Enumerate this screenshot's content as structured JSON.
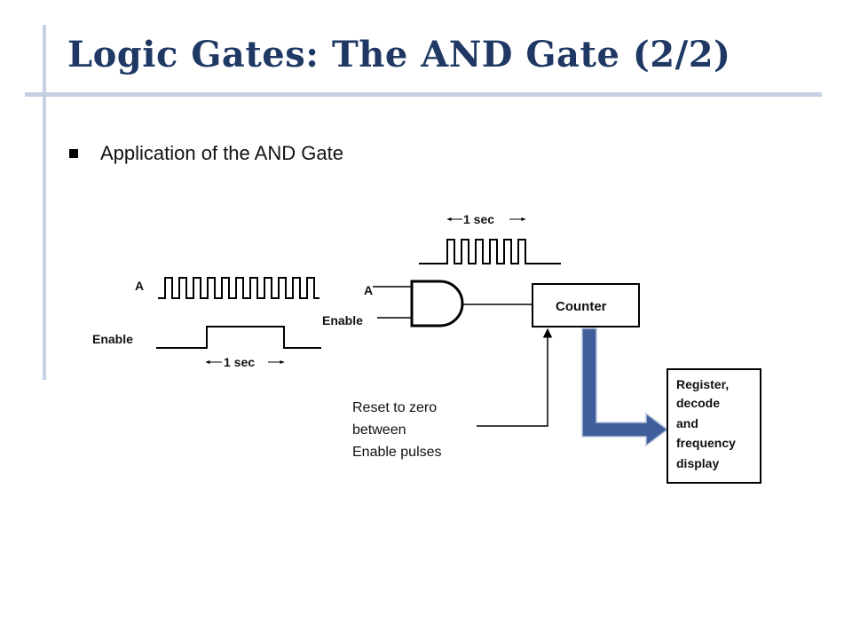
{
  "slide": {
    "title": "Logic Gates: The AND Gate (2/2)",
    "bullet": "Application of the AND Gate"
  },
  "diagram": {
    "left_waveform": {
      "label_a": "A",
      "label_enable": "Enable",
      "duration_label": "1 sec"
    },
    "top_waveform": {
      "duration_label": "1 sec"
    },
    "gate": {
      "label_a": "A",
      "label_enable": "Enable"
    },
    "counter_label": "Counter",
    "reset_note": [
      "Reset to zero",
      "between",
      "Enable pulses"
    ],
    "display_box": [
      "Register,",
      "decode",
      "and",
      "frequency",
      "display"
    ]
  },
  "colors": {
    "title": "#1f3864",
    "accent_bar": "#c5d0e4",
    "output_arrow": "#3f5e9b"
  }
}
